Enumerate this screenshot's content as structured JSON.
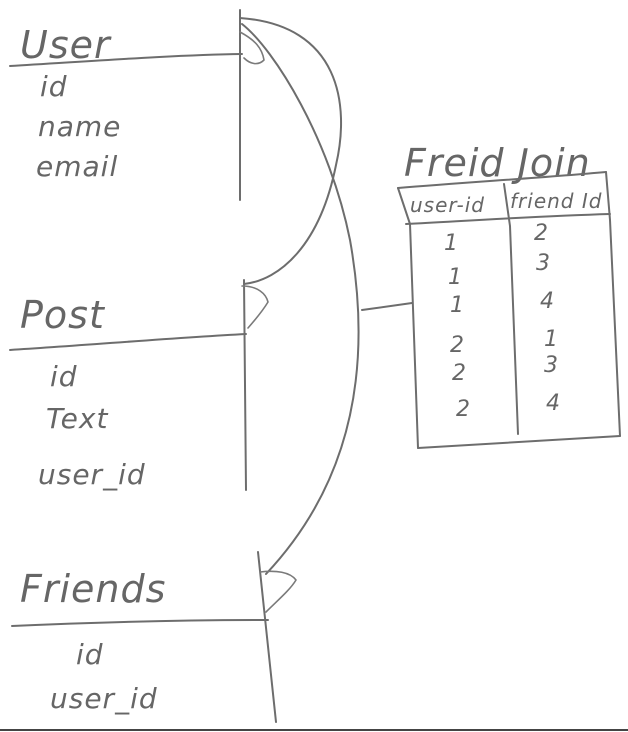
{
  "entities": {
    "user": {
      "title": "User",
      "fields": [
        "id",
        "name",
        "email"
      ]
    },
    "post": {
      "title": "Post",
      "fields": [
        "id",
        "Text",
        "user_id"
      ]
    },
    "friends": {
      "title": "Friends",
      "fields": [
        "id",
        "user_id"
      ]
    }
  },
  "join_table": {
    "title": "Freid Join",
    "columns": [
      "user-id",
      "friend Id"
    ],
    "rows": [
      [
        "1",
        "2"
      ],
      [
        "1",
        "3"
      ],
      [
        "1",
        "4"
      ],
      [
        "2",
        "1"
      ],
      [
        "2",
        "3"
      ],
      [
        "2",
        "4"
      ]
    ]
  }
}
